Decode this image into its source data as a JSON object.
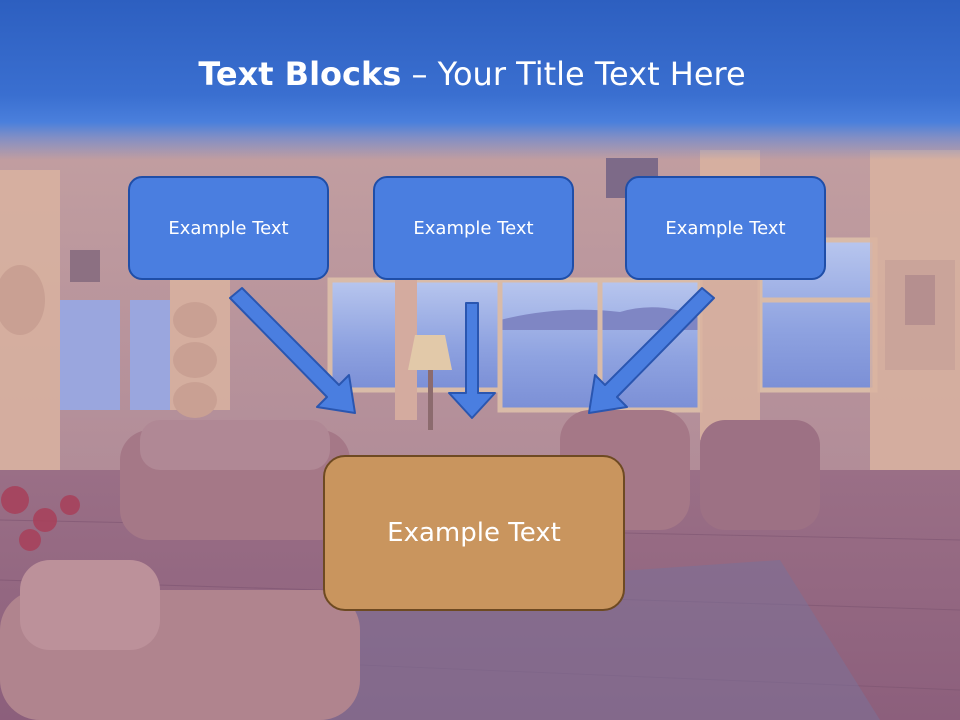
{
  "title": {
    "bold": "Text Blocks",
    "dash": " – ",
    "light": "Your Title Text Here"
  },
  "blocks": {
    "top": [
      "Example Text",
      "Example Text",
      "Example Text"
    ],
    "center": "Example Text"
  },
  "colors": {
    "title_band": "#3a6fd0",
    "top_box_fill": "#4a7ee0",
    "top_box_border": "#1f4ea8",
    "center_box_fill": "#c9955e",
    "center_box_border": "#6e4a22",
    "arrow_fill": "#4a7ee0",
    "arrow_stroke": "#2a56b0"
  }
}
